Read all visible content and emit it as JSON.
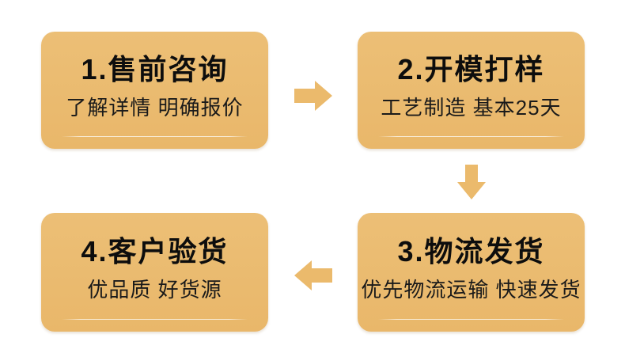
{
  "diagram": {
    "type": "process-flow",
    "steps": [
      {
        "order": "1",
        "title": "1.售前咨询",
        "subtitle": "了解详情 明确报价",
        "position": "top-left"
      },
      {
        "order": "2",
        "title": "2.开模打样",
        "subtitle": "工艺制造 基本25天",
        "position": "top-right"
      },
      {
        "order": "3",
        "title": "3.物流发货",
        "subtitle": "优先物流运输 快速发货",
        "position": "bottom-right"
      },
      {
        "order": "4",
        "title": "4.客户验货",
        "subtitle": "优品质 好货源",
        "position": "bottom-left"
      }
    ],
    "arrows": [
      {
        "direction": "right",
        "from": "1",
        "to": "2"
      },
      {
        "direction": "down",
        "from": "2",
        "to": "3"
      },
      {
        "direction": "left",
        "from": "3",
        "to": "4"
      }
    ]
  },
  "colors": {
    "background": "#FFFFFF",
    "box_top": "#ECBF76",
    "box_bottom": "#E9B76A",
    "arrow": "#EBBA6C",
    "title_text": "#0D0D0D",
    "subtitle_text": "#1A1A1A"
  }
}
